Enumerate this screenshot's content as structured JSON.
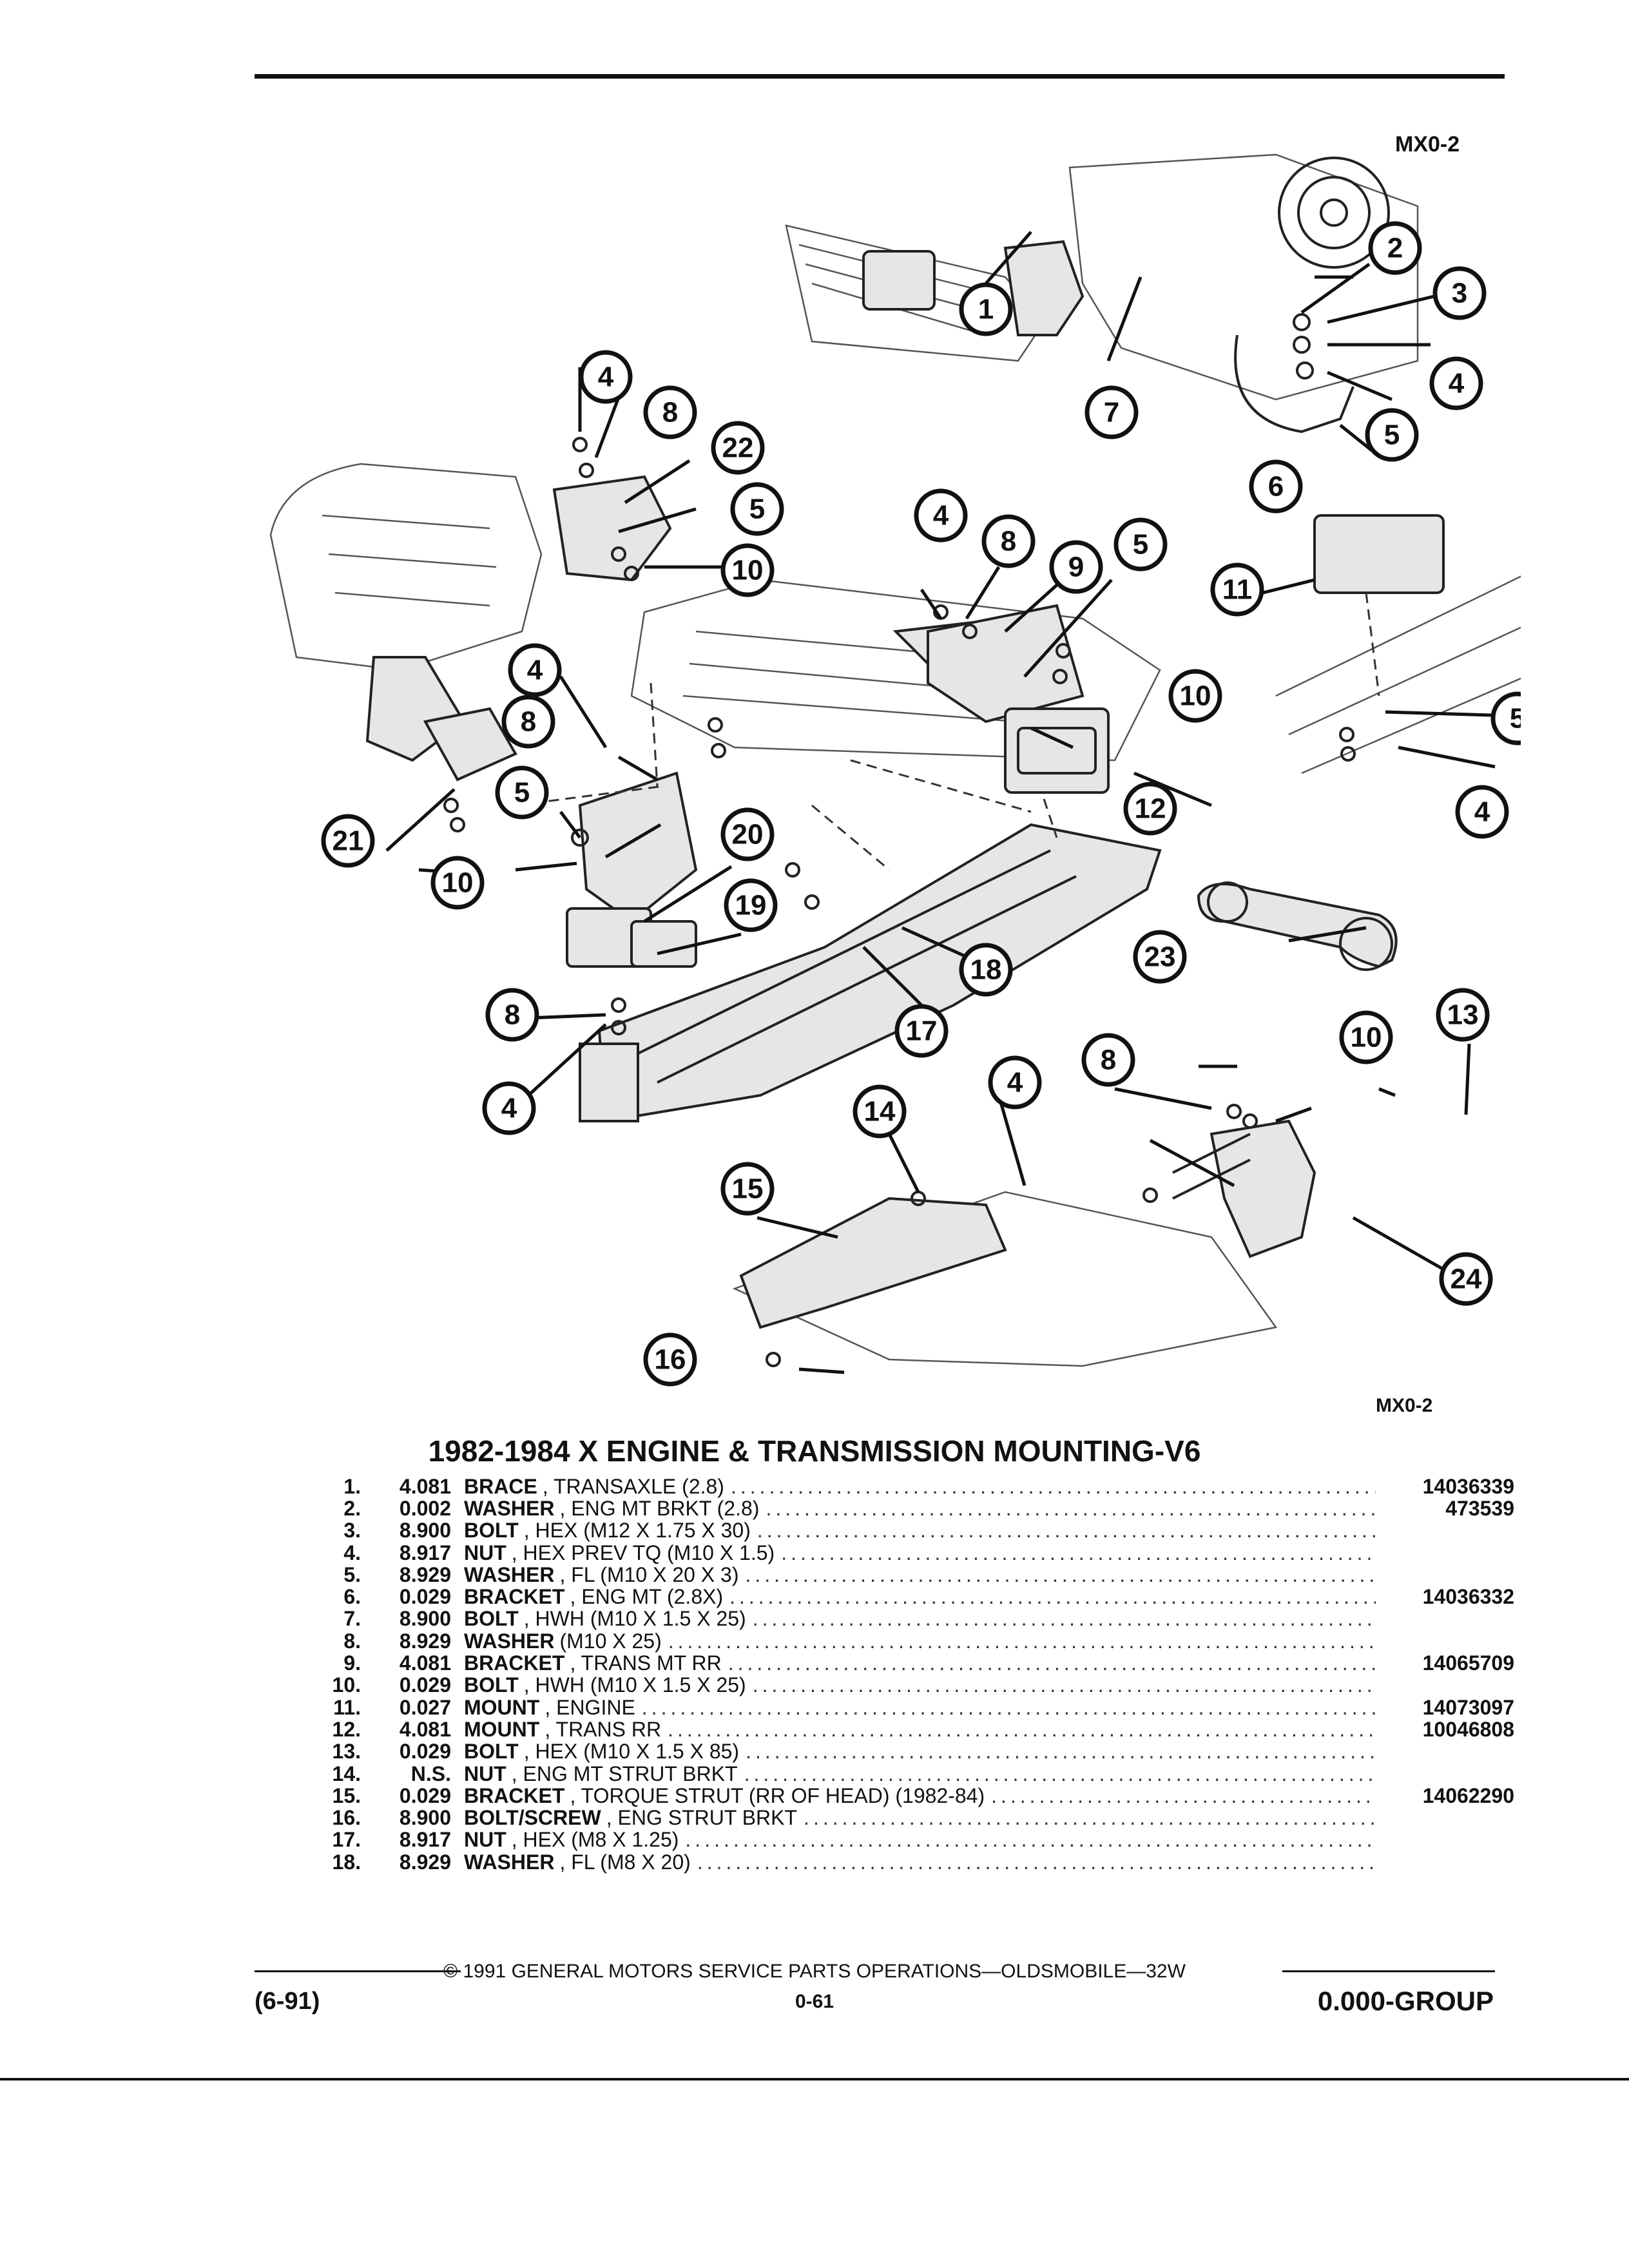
{
  "header": {
    "code_top": "MX0-2",
    "code_bottom": "MX0-2"
  },
  "diagram": {
    "callouts": [
      "1",
      "2",
      "3",
      "4",
      "5",
      "6",
      "7",
      "8",
      "9",
      "10",
      "11",
      "12",
      "13",
      "14",
      "15",
      "16",
      "17",
      "18",
      "19",
      "20",
      "21",
      "22",
      "23",
      "24"
    ]
  },
  "title": "1982-1984 X ENGINE & TRANSMISSION MOUNTING-V6",
  "parts": [
    {
      "idx": "1.",
      "code": "4.081",
      "name": "BRACE",
      "desc": ", TRANSAXLE (2.8)",
      "pn": "14036339"
    },
    {
      "idx": "2.",
      "code": "0.002",
      "name": "WASHER",
      "desc": ", ENG MT BRKT (2.8)",
      "pn": "473539"
    },
    {
      "idx": "3.",
      "code": "8.900",
      "name": "BOLT",
      "desc": ", HEX (M12 X 1.75 X 30)",
      "pn": ""
    },
    {
      "idx": "4.",
      "code": "8.917",
      "name": "NUT",
      "desc": ", HEX PREV TQ (M10 X 1.5)",
      "pn": ""
    },
    {
      "idx": "5.",
      "code": "8.929",
      "name": "WASHER",
      "desc": ", FL (M10 X 20 X 3)",
      "pn": ""
    },
    {
      "idx": "6.",
      "code": "0.029",
      "name": "BRACKET",
      "desc": ", ENG MT (2.8X)",
      "pn": "14036332"
    },
    {
      "idx": "7.",
      "code": "8.900",
      "name": "BOLT",
      "desc": ", HWH (M10 X 1.5 X 25)",
      "pn": ""
    },
    {
      "idx": "8.",
      "code": "8.929",
      "name": "WASHER",
      "desc": "(M10 X 25)",
      "pn": ""
    },
    {
      "idx": "9.",
      "code": "4.081",
      "name": "BRACKET",
      "desc": ", TRANS MT RR",
      "pn": "14065709"
    },
    {
      "idx": "10.",
      "code": "0.029",
      "name": "BOLT",
      "desc": ", HWH (M10 X 1.5 X 25)",
      "pn": ""
    },
    {
      "idx": "11.",
      "code": "0.027",
      "name": "MOUNT",
      "desc": ", ENGINE",
      "pn": "14073097"
    },
    {
      "idx": "12.",
      "code": "4.081",
      "name": "MOUNT",
      "desc": ", TRANS RR",
      "pn": "10046808"
    },
    {
      "idx": "13.",
      "code": "0.029",
      "name": "BOLT",
      "desc": ", HEX (M10 X 1.5 X 85)",
      "pn": ""
    },
    {
      "idx": "14.",
      "code": "N.S.",
      "name": "NUT",
      "desc": ", ENG MT STRUT BRKT",
      "pn": ""
    },
    {
      "idx": "15.",
      "code": "0.029",
      "name": "BRACKET",
      "desc": ", TORQUE STRUT (RR OF HEAD) (1982-84)",
      "pn": "14062290"
    },
    {
      "idx": "16.",
      "code": "8.900",
      "name": "BOLT/SCREW",
      "desc": ", ENG STRUT BRKT",
      "pn": ""
    },
    {
      "idx": "17.",
      "code": "8.917",
      "name": "NUT",
      "desc": ", HEX (M8 X 1.25)",
      "pn": ""
    },
    {
      "idx": "18.",
      "code": "8.929",
      "name": "WASHER",
      "desc": ", FL (M8 X 20)",
      "pn": ""
    }
  ],
  "footer": {
    "copyright": "© 1991 GENERAL MOTORS SERVICE PARTS OPERATIONS—OLDSMOBILE—32W",
    "date": "(6-91)",
    "page": "0-61",
    "group": "0.000-GROUP"
  }
}
